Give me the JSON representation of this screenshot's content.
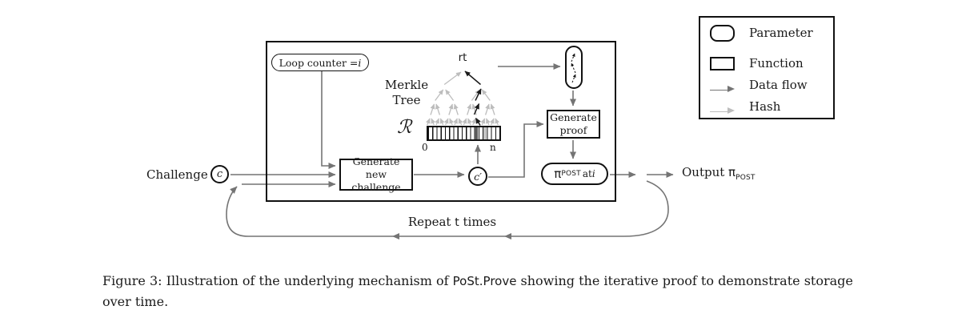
{
  "colors": {
    "line": "#111111",
    "data_flow": "#747474",
    "hash": "#bdbdbd",
    "cell_highlight": "#5c5c5c",
    "cell_light": "#c4c4c4"
  },
  "diagram": {
    "loop_counter_label": "Loop counter = ",
    "loop_counter_var": "i",
    "challenge_label": "Challenge",
    "challenge_symbol": "c",
    "gen_new_challenge_line1": "Generate new",
    "gen_new_challenge_line2": "challenge",
    "challenge_prime_symbol": "c′",
    "merkle_label_line1": "Merkle",
    "merkle_label_line2": "Tree",
    "merkle_root_label": "rt",
    "replica_symbol": "ℛ",
    "array_index_start": "0",
    "array_index_end": "n",
    "gen_proof_line1": "Generate",
    "gen_proof_line2": "proof",
    "proof_pi": "π",
    "proof_sub": "POST",
    "proof_at": "at ",
    "proof_var": "i",
    "output_label": "Output ",
    "output_pi": "π",
    "output_sub": "POST",
    "repeat_prefix": "Repeat ",
    "repeat_t": "t",
    "repeat_suffix": " times"
  },
  "legend": {
    "items": [
      {
        "symbol": "parameter-shape",
        "label": "Parameter"
      },
      {
        "symbol": "function-shape",
        "label": "Function"
      },
      {
        "symbol": "data-flow-arrow",
        "label": "Data flow"
      },
      {
        "symbol": "hash-arrow",
        "label": "Hash"
      }
    ]
  },
  "caption": {
    "part1": "Figure 3: Illustration of the underlying mechanism of ",
    "code": "PoSt.Prove",
    "part2": " showing the iterative proof to demonstrate storage over time."
  }
}
